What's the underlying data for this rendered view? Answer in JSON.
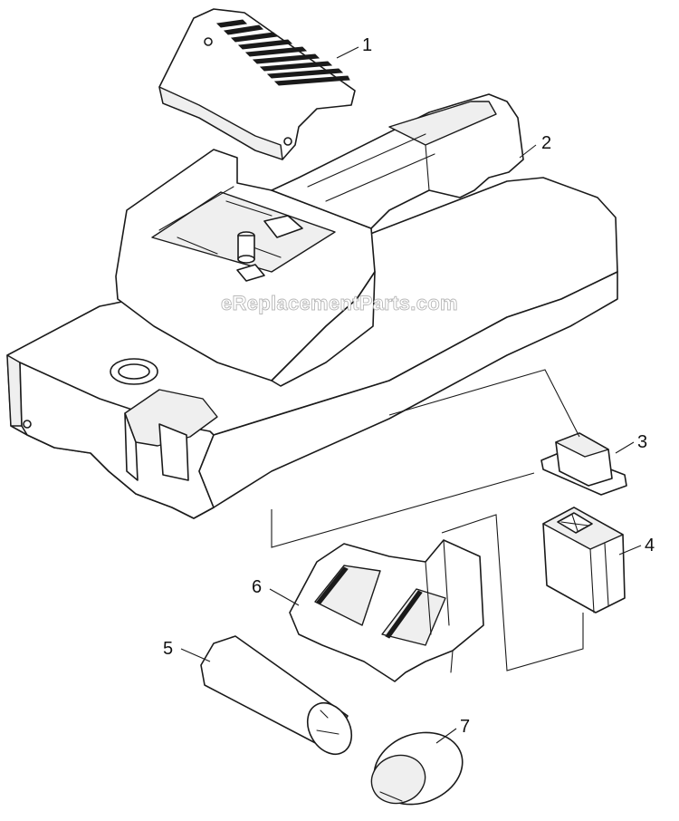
{
  "watermark": "eReplacementParts.com",
  "callouts": [
    {
      "label": "1"
    },
    {
      "label": "2"
    },
    {
      "label": "3"
    },
    {
      "label": "4"
    },
    {
      "label": "5"
    },
    {
      "label": "6"
    },
    {
      "label": "7"
    }
  ]
}
